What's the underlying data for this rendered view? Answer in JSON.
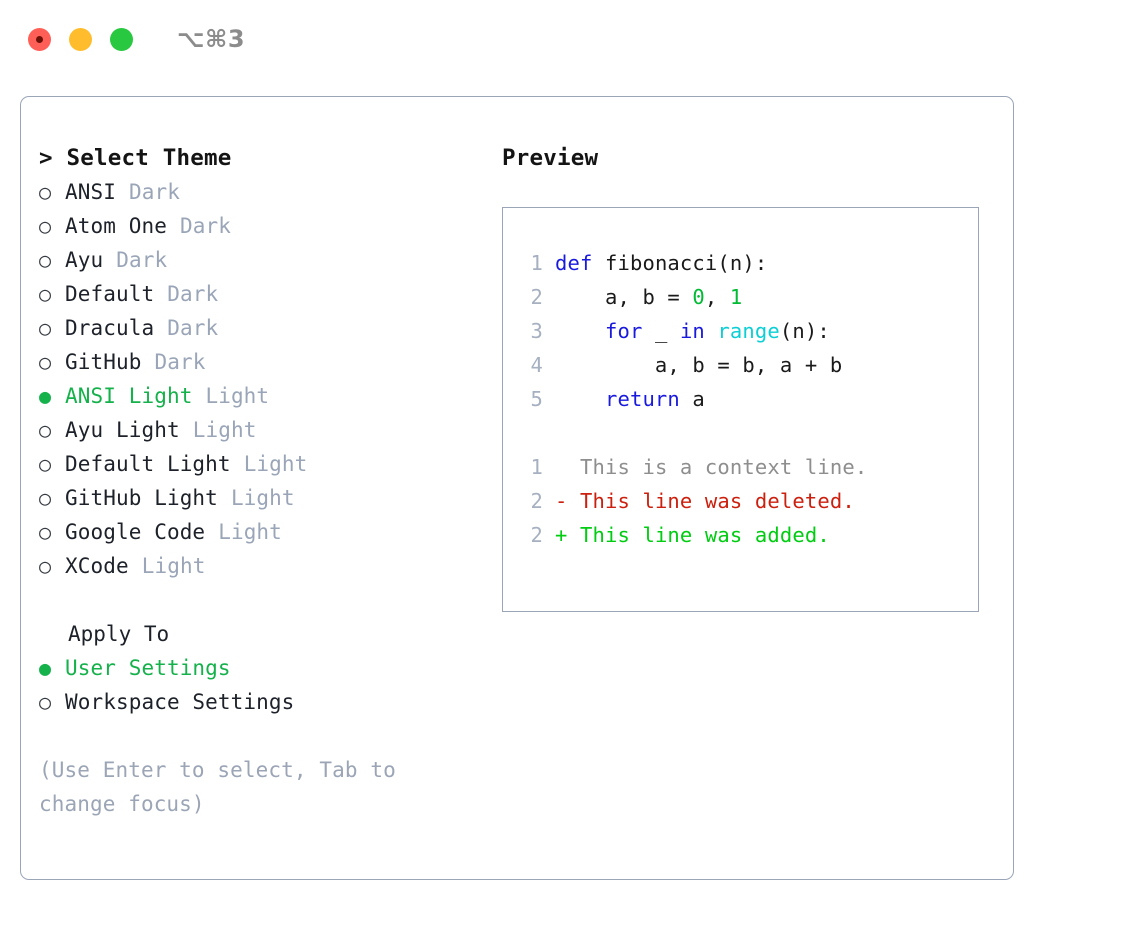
{
  "window": {
    "shortcut_label": "⌥⌘3",
    "traffic_lights": [
      "close-button",
      "minimize-button",
      "maximize-button"
    ]
  },
  "left": {
    "heading": "> Select Theme",
    "themes": [
      {
        "bullet": "○",
        "name": "ANSI",
        "variant": "Dark",
        "selected": false
      },
      {
        "bullet": "○",
        "name": "Atom One",
        "variant": "Dark",
        "selected": false
      },
      {
        "bullet": "○",
        "name": "Ayu",
        "variant": "Dark",
        "selected": false
      },
      {
        "bullet": "○",
        "name": "Default",
        "variant": "Dark",
        "selected": false
      },
      {
        "bullet": "○",
        "name": "Dracula",
        "variant": "Dark",
        "selected": false
      },
      {
        "bullet": "○",
        "name": "GitHub",
        "variant": "Dark",
        "selected": false
      },
      {
        "bullet": "●",
        "name": "ANSI Light",
        "variant": "Light",
        "selected": true
      },
      {
        "bullet": "○",
        "name": "Ayu Light",
        "variant": "Light",
        "selected": false
      },
      {
        "bullet": "○",
        "name": "Default Light",
        "variant": "Light",
        "selected": false
      },
      {
        "bullet": "○",
        "name": "GitHub Light",
        "variant": "Light",
        "selected": false
      },
      {
        "bullet": "○",
        "name": "Google Code",
        "variant": "Light",
        "selected": false
      },
      {
        "bullet": "○",
        "name": "XCode",
        "variant": "Light",
        "selected": false
      }
    ],
    "apply_to": {
      "label": "Apply To",
      "options": [
        {
          "bullet": "●",
          "name": "User Settings",
          "selected": true
        },
        {
          "bullet": "○",
          "name": "Workspace Settings",
          "selected": false
        }
      ]
    },
    "hint": "(Use Enter to select, Tab to change focus)"
  },
  "right": {
    "heading": "Preview",
    "code_lines": [
      {
        "n": "1",
        "tokens": [
          {
            "t": "def",
            "c": "kw"
          },
          {
            "t": " fibonacci(n):",
            "c": "pln"
          }
        ]
      },
      {
        "n": "2",
        "tokens": [
          {
            "t": "    a, b = ",
            "c": "pln"
          },
          {
            "t": "0",
            "c": "num"
          },
          {
            "t": ", ",
            "c": "pln"
          },
          {
            "t": "1",
            "c": "num"
          }
        ]
      },
      {
        "n": "3",
        "tokens": [
          {
            "t": "    ",
            "c": "pln"
          },
          {
            "t": "for",
            "c": "kw"
          },
          {
            "t": " _ ",
            "c": "pln"
          },
          {
            "t": "in",
            "c": "kw"
          },
          {
            "t": " ",
            "c": "pln"
          },
          {
            "t": "range",
            "c": "fn"
          },
          {
            "t": "(n):",
            "c": "pln"
          }
        ]
      },
      {
        "n": "4",
        "tokens": [
          {
            "t": "        a, b = b, a + b",
            "c": "pln"
          }
        ]
      },
      {
        "n": "5",
        "tokens": [
          {
            "t": "    ",
            "c": "pln"
          },
          {
            "t": "return",
            "c": "kw"
          },
          {
            "t": " a",
            "c": "pln"
          }
        ]
      }
    ],
    "diff_lines": [
      {
        "n": "1",
        "marker": " ",
        "text": "This is a context line.",
        "kind": "diff-ctx"
      },
      {
        "n": "2",
        "marker": "-",
        "text": "This line was deleted.",
        "kind": "diff-del"
      },
      {
        "n": "2",
        "marker": "+",
        "text": "This line was added.",
        "kind": "diff-add"
      }
    ]
  },
  "colors": {
    "selected_green": "#15b14b",
    "diff_add_green": "#00cc11",
    "diff_del_red": "#cc1f0d",
    "keyword_blue": "#1a1adf",
    "number_green": "#00bb33",
    "function_cyan": "#0ccfd6",
    "border_gray": "#9aa6b8",
    "muted_gray": "#9aa5b8"
  }
}
